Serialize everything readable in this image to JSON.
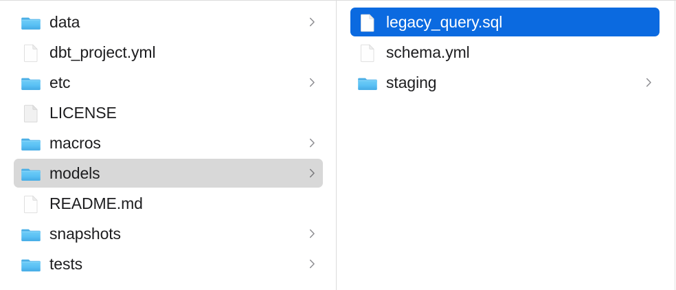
{
  "app": {
    "name": "Finder",
    "view": "column-view",
    "background_color": "#ffffff",
    "divider_color": "#dcdcdc"
  },
  "colors": {
    "selection_active": "#0b6ae0",
    "selection_active_text": "#ffffff",
    "selection_inactive": "#d8d8d8",
    "text": "#1d1d1f",
    "chevron": "#8a8a8e",
    "folder_blue": "#54bdf5",
    "folder_blue_dark": "#3aa7e8"
  },
  "columns": [
    {
      "name": "parent-column",
      "items": [
        {
          "label": "data",
          "kind": "folder",
          "chevron": true,
          "selected": false
        },
        {
          "label": "dbt_project.yml",
          "kind": "file",
          "chevron": false,
          "selected": false
        },
        {
          "label": "etc",
          "kind": "folder",
          "chevron": true,
          "selected": false
        },
        {
          "label": "LICENSE",
          "kind": "file-gray",
          "chevron": false,
          "selected": false
        },
        {
          "label": "macros",
          "kind": "folder",
          "chevron": true,
          "selected": false
        },
        {
          "label": "models",
          "kind": "folder",
          "chevron": true,
          "selected": true,
          "selection_state": "inactive"
        },
        {
          "label": "README.md",
          "kind": "file",
          "chevron": false,
          "selected": false
        },
        {
          "label": "snapshots",
          "kind": "folder",
          "chevron": true,
          "selected": false
        },
        {
          "label": "tests",
          "kind": "folder",
          "chevron": true,
          "selected": false
        }
      ]
    },
    {
      "name": "child-column",
      "items": [
        {
          "label": "legacy_query.sql",
          "kind": "file",
          "chevron": false,
          "selected": true,
          "selection_state": "active"
        },
        {
          "label": "schema.yml",
          "kind": "file",
          "chevron": false,
          "selected": false
        },
        {
          "label": "staging",
          "kind": "folder",
          "chevron": true,
          "selected": false
        }
      ]
    }
  ]
}
